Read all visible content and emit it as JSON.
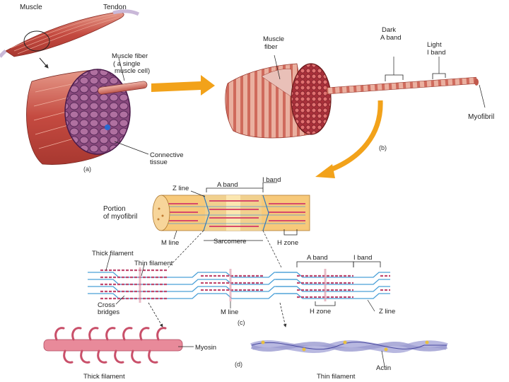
{
  "labels": {
    "muscle": "Muscle",
    "tendon": "Tendon",
    "muscle_fiber_a": "Muscle fiber",
    "muscle_fiber_a_note1": "( a single",
    "muscle_fiber_a_note2": "muscle cell)",
    "connective1": "Connective",
    "connective2": "tissue",
    "panel_a": "(a)",
    "muscle_fiber_b1": "Muscle",
    "muscle_fiber_b2": "fiber",
    "dark1": "Dark",
    "dark2": "A band",
    "light1": "Light",
    "light2": "I band",
    "myofibril": "Myofibril",
    "panel_b": "(b)",
    "z_line_top": "Z line",
    "a_band_top": "A band",
    "i_band_top": "I band",
    "portion1": "Portion",
    "portion2": "of myofibril",
    "m_line_top": "M line",
    "sarcomere": "Sarcomere",
    "h_zone_top": "H zone",
    "thick_filament": "Thick filament",
    "thin_filament": "Thin filament",
    "cross1": "Cross",
    "cross2": "bridges",
    "m_line_mid": "M line",
    "a_band_right": "A band",
    "i_band_right": "I band",
    "h_zone_mid": "H zone",
    "z_line_right": "Z line",
    "panel_c": "(c)",
    "myosin": "Myosin",
    "panel_d": "(d)",
    "actin": "Actin",
    "thick_filament_bottom": "Thick filament",
    "thin_filament_bottom": "Thin filament"
  },
  "colors": {
    "muscle_red": "#c8564a",
    "muscle_light": "#e8a090",
    "arrow_orange": "#f2a21a",
    "filament_blue": "#4aa0d8",
    "myosin_pink": "#c04a70",
    "actin_lavender": "#b8b8e0"
  }
}
